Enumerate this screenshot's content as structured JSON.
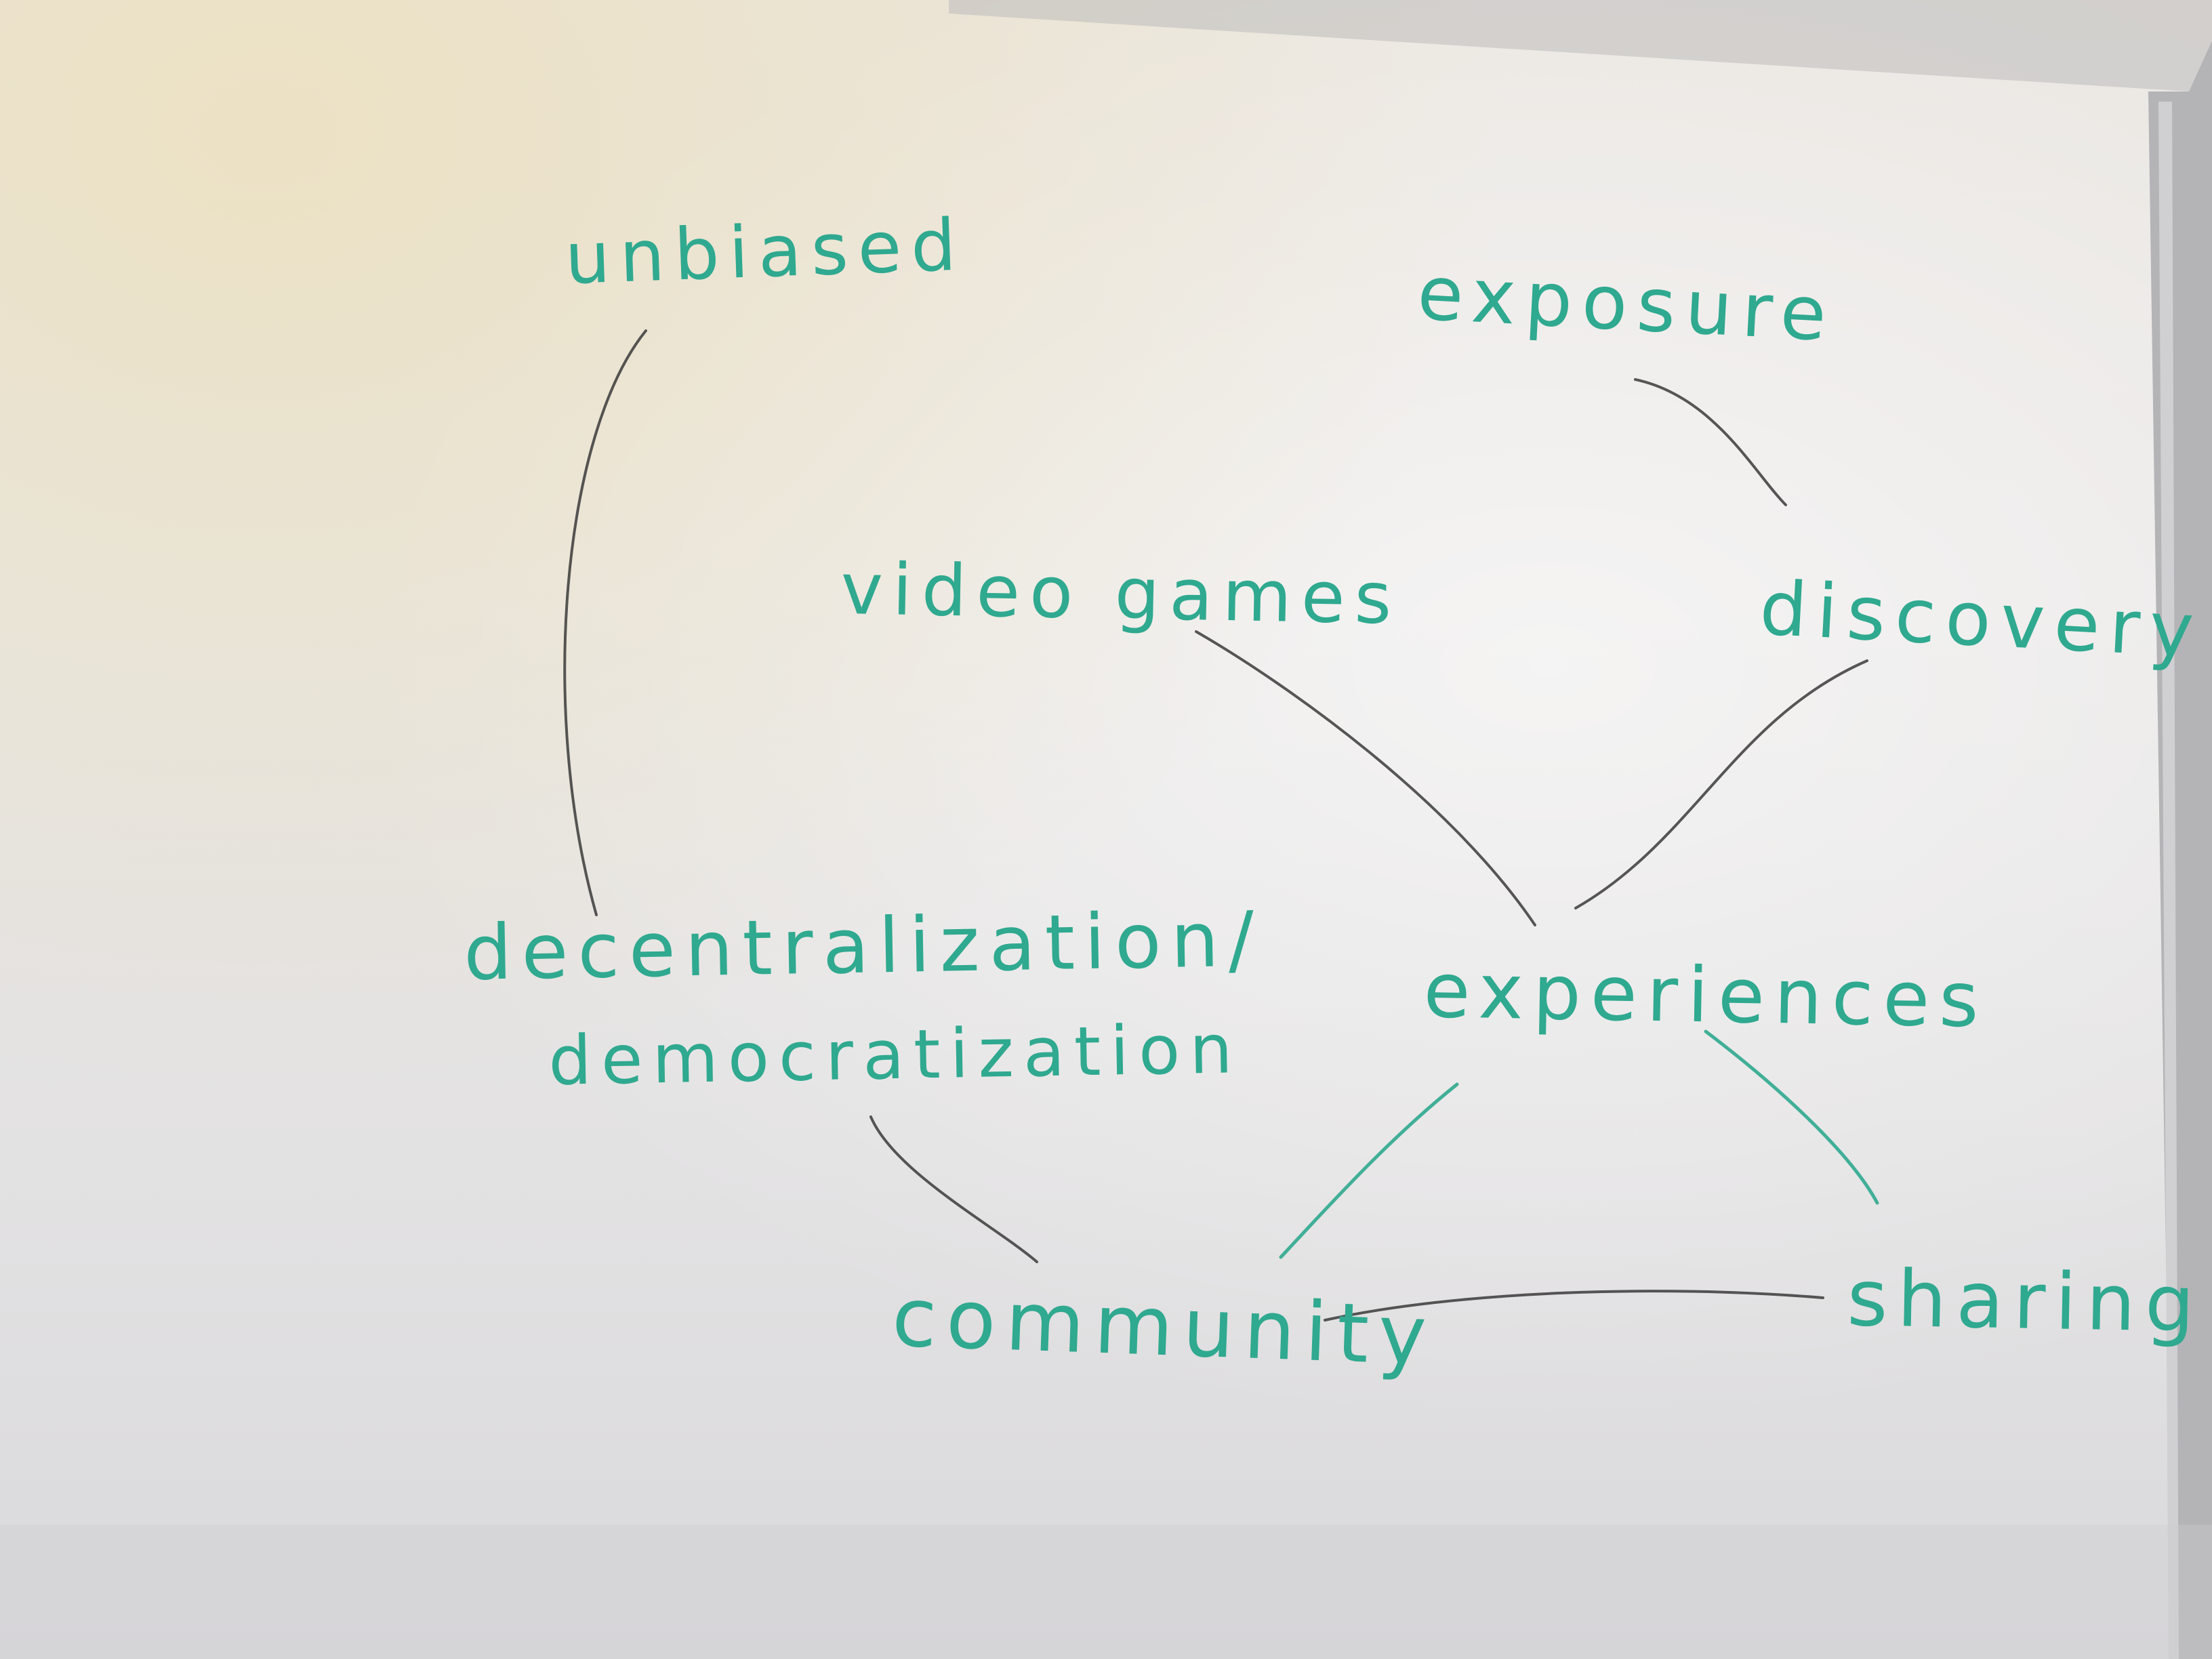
{
  "whiteboard": {
    "ink_color": "#2fa98f",
    "line_color": "#3a3a3a",
    "words": {
      "unbiased": "unbiased",
      "exposure": "exposure",
      "video_games": "video games",
      "discovery": "discovery",
      "decentralization": "decentralization/",
      "democratization": "democratization",
      "experiences": "experiences",
      "community": "community",
      "sharing": "sharing"
    }
  }
}
